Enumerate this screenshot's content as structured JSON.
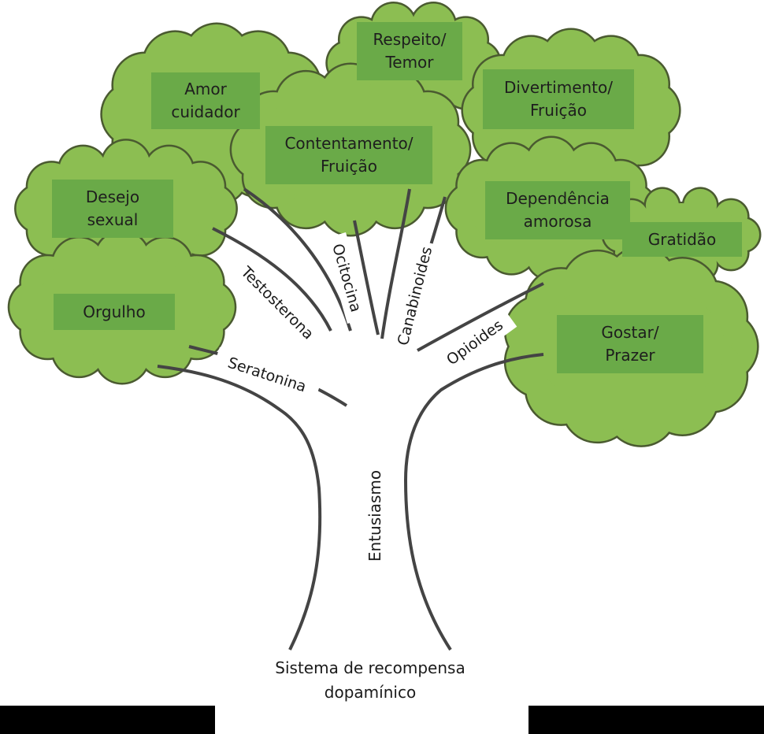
{
  "emotions": {
    "respeito": "Respeito/\nTemor",
    "amor": "Amor\ncuidador",
    "divertimento": "Divertimento/\nFruição",
    "contentamento": "Contentamento/\nFruição",
    "desejo": "Desejo\nsexual",
    "dependencia": "Dependência\namorosa",
    "gratidao": "Gratidão",
    "orgulho": "Orgulho",
    "gostar": "Gostar/\nPrazer"
  },
  "chemicals": {
    "testosterona": "Testosterona",
    "ocitocina": "Ocitocina",
    "canabinoides": "Canabinoides",
    "opioides": "Opioides",
    "seratonina": "Seratonina"
  },
  "trunk": "Entusiasmo",
  "root": "Sistema de recompensa\ndopamínico",
  "colors": {
    "foliage": "#8cbe52",
    "foliage_outline": "#4a5a30",
    "label_box": "#6aaa48",
    "trunk_outline": "#444444"
  }
}
